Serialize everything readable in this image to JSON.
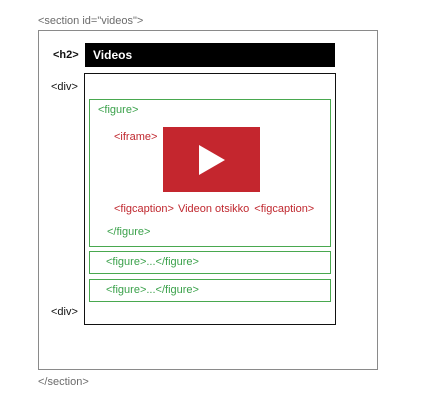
{
  "section": {
    "open": "<section id=\"videos\">",
    "close": "</section>"
  },
  "h2": {
    "tag": "<h2>",
    "text": "Videos"
  },
  "div": {
    "open_tag": "<div>",
    "close_tag": "<div>"
  },
  "figure": {
    "open": "<figure>",
    "iframe": "<iframe>",
    "figcaption_open": "<figcaption>",
    "figcaption_text": "Videon otsikko",
    "figcaption_close": "<figcaption>",
    "close": "</figure>"
  },
  "figures_more": [
    "<figure>...</figure>",
    "<figure>...</figure>"
  ],
  "colors": {
    "green": "#3aa14a",
    "red": "#c0282f",
    "video": "#c4262e"
  },
  "icons": {
    "video": "play-icon"
  }
}
